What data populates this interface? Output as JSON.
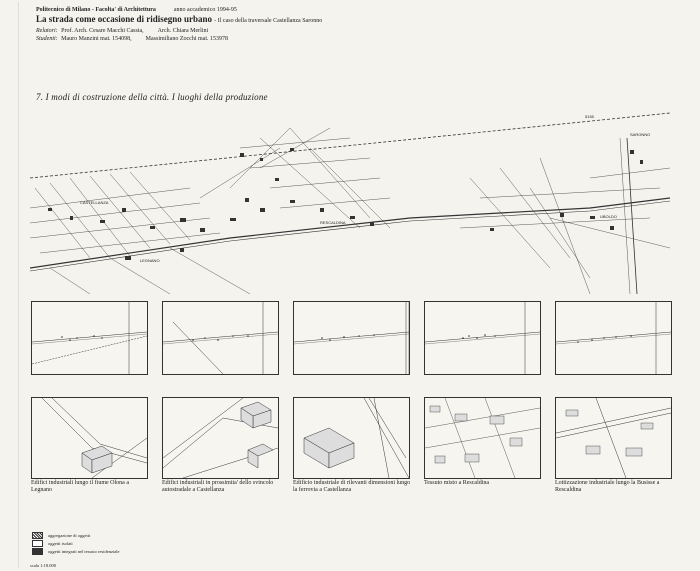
{
  "header": {
    "line1": "Politecnico di Milano - Facolta' di Architettura",
    "year": "anno accademico 1994-95",
    "title": "La strada come occasione di ridisegno urbano",
    "subtitle": "- Il caso della traversale Castellanza Saronno",
    "relatori_label": "Relatori:",
    "relatori": "Prof. Arch. Cesare Macchi Cassia,",
    "relatore2": "Arch. Chiara Merlini",
    "studenti_label": "Studenti:",
    "studenti": "Mauro Manzini mat. 154098,",
    "studente2": "Massimiliano Zocchi mat. 153978"
  },
  "section_title": "7. I modi di costruzione della città. I luoghi della  produzione",
  "map_labels": {
    "castellanza": "CASTELLANZA",
    "legnano": "LEGNANO",
    "rescaldina": "RESCALDINA",
    "saronno": "SARONNO",
    "lazzate": "UBOLDO",
    "top_number": "5155"
  },
  "captions": [
    "Edifici industriali lungo il fiume Olona a Legnano",
    "Edifici industriali in prossimita' dello svincolo autostradale a Castellanza",
    "Edificio industriale di rilevanti dimensioni lungo la ferrovia a Castellanza",
    "Tessuto misto a Rescaldina",
    "Lottizzazione industriale lungo la Busisse a Rescaldina"
  ],
  "legend": [
    "aggregazione di oggetti",
    "oggetti isolati",
    "oggetti integrati nel tessuto residenziale"
  ],
  "scale": "scala 1:18.000"
}
